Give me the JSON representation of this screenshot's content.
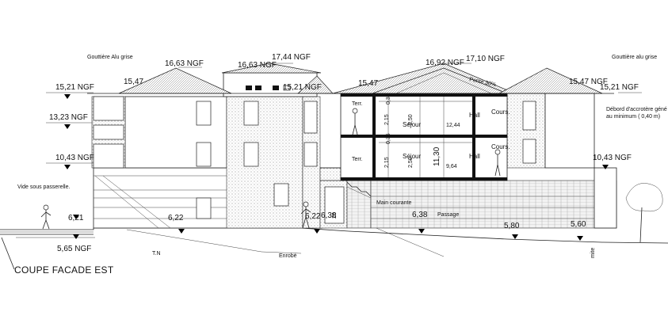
{
  "title": "COUPE FACADE EST",
  "notes": {
    "gutter_left": "Gouttière Alu grise",
    "gutter_right": "Gouttière alu grise",
    "overhang_line1": "Débord d'accrotère géné",
    "overhang_line2": "au minimum ( 0,40 m)",
    "void": "Vide sous passerelle.",
    "slope": "Pente 30%",
    "tn": "T.N",
    "enrobe": "Enrobé",
    "main_courante": "Main courante",
    "passage": "Passage",
    "mite": "mite"
  },
  "levels": {
    "l1745": "17,44 NGF",
    "l1710": "17,10 NGF",
    "l1692": "16,92 NGF",
    "l1663a": "16,63 NGF",
    "l1663b": "16,63 NGF",
    "l1547a": "15,47",
    "l1547b": "15,47",
    "l1547c": "15,47 NGF",
    "l1521a": "15,21 NGF",
    "l1521b": "15,21 NGF",
    "l1521c": "15,21 NGF",
    "l1323": "13,23 NGF",
    "l1043a": "10,43 NGF",
    "l1043b": "10,43 NGF",
    "l565": "5,65 NGF"
  },
  "spot_levels": {
    "s621a": "6,21",
    "s622": "6,22",
    "s622b": "6,22",
    "s638a": "6,38",
    "s638b": "6,38",
    "s580": "5,80",
    "s560": "5,60",
    "s1244": "12,44",
    "s964": "9,64"
  },
  "rooms": {
    "sejour_upper": "Séjour",
    "sejour_lower": "Séjour",
    "hall_upper": "Hall",
    "hall_lower": "Hall",
    "cours_upper": "Cours.",
    "cours_lower": "Cours.",
    "terr_upper": "Terr.",
    "terr_lower": "Terr."
  },
  "dimensions": {
    "d215a": "2,15",
    "d215b": "2,15",
    "d250a": "2,50",
    "d250b": "2,50",
    "d035a": "0,35",
    "d035b": "0,35",
    "d1130": "11,30",
    "d026": "26"
  }
}
